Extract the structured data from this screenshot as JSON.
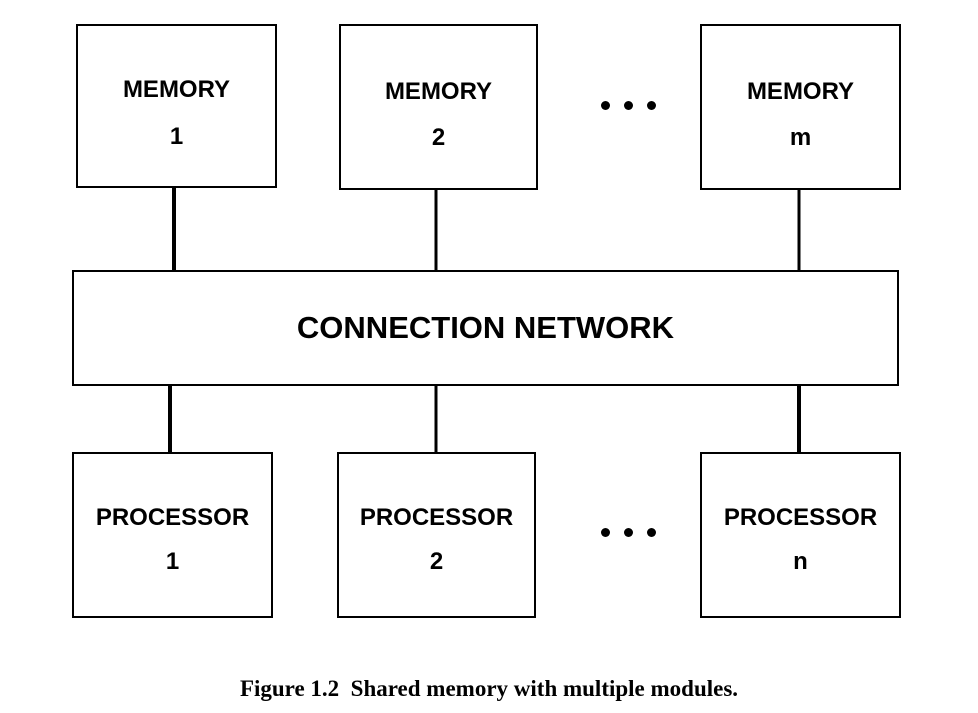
{
  "memory_modules": [
    {
      "title": "MEMORY",
      "index": "1"
    },
    {
      "title": "MEMORY",
      "index": "2"
    },
    {
      "title": "MEMORY",
      "index": "m"
    }
  ],
  "network": {
    "label": "CONNECTION NETWORK"
  },
  "processors": [
    {
      "title": "PROCESSOR",
      "index": "1"
    },
    {
      "title": "PROCESSOR",
      "index": "2"
    },
    {
      "title": "PROCESSOR",
      "index": "n"
    }
  ],
  "caption": "Figure 1.2  Shared memory with multiple modules.",
  "colors": {
    "stroke": "#000000",
    "background": "#ffffff"
  }
}
